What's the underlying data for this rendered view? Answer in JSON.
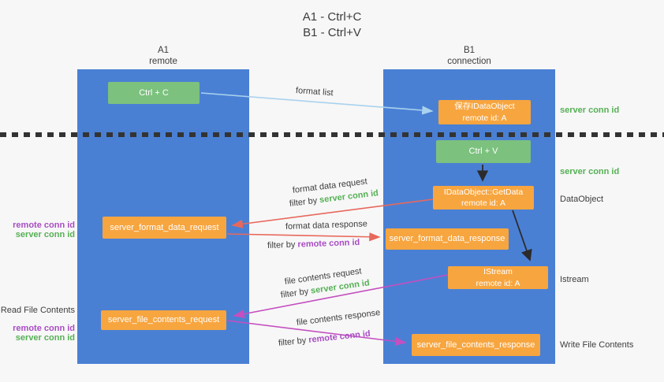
{
  "title": {
    "line1": "A1 - Ctrl+C",
    "line2": "B1 - Ctrl+V"
  },
  "lanes": {
    "left": {
      "header_line1": "A1",
      "header_line2": "remote"
    },
    "right": {
      "header_line1": "B1",
      "header_line2": "connection"
    }
  },
  "nodes": {
    "ctrl_c": "Ctrl + C",
    "ctrl_v": "Ctrl + V",
    "save_idataobject": {
      "line1": "保存IDataObject",
      "line2": "remote id: A"
    },
    "getdata": {
      "line1": "IDataObject::GetData",
      "line2": "remote id: A"
    },
    "istream": {
      "line1": "IStream",
      "line2": "remote id: A"
    },
    "format_request": "server_format_data_request",
    "format_response": "server_format_data_response",
    "file_request": "server_file_contents_request",
    "file_response": "server_file_contents_response"
  },
  "right_labels": {
    "server_conn_id_top": "server conn id",
    "server_conn_id_mid": "server conn id",
    "dataobject": "DataObject",
    "istream": "Istream",
    "write_file_contents": "Write File Contents"
  },
  "left_labels": {
    "remote_conn_id_1": "remote conn id",
    "server_conn_id_1": "server conn id",
    "read_file_contents": "Read File Contents",
    "remote_conn_id_2": "remote conn id",
    "server_conn_id_2": "server conn id"
  },
  "arrow_labels": {
    "format_list": "format list",
    "format_data_request": {
      "text": "format data request",
      "filter_prefix": "filter by",
      "filter_highlight": "server conn id"
    },
    "format_data_response": {
      "text": "format data response",
      "filter_prefix": "filter by",
      "filter_highlight": "remote conn id"
    },
    "file_contents_request": {
      "text": "file contents request",
      "filter_prefix": "filter by",
      "filter_highlight": "server conn id"
    },
    "file_contents_response": {
      "text": "file contents response",
      "filter_prefix": "filter by",
      "filter_highlight": "remote conn id"
    }
  },
  "colors": {
    "lane_blue": "#4a80d4",
    "node_orange": "#f7a53f",
    "node_green": "#7cc17e",
    "green_text": "#55b055",
    "purple_text": "#a94dc4",
    "red_arrow": "#e8685c",
    "pink_arrow": "#c44fc0",
    "light_blue_arrow": "#a9d2ee",
    "black_arrow": "#2b2b2b",
    "dark_text": "#3d3d3d",
    "background": "#f7f7f7"
  }
}
